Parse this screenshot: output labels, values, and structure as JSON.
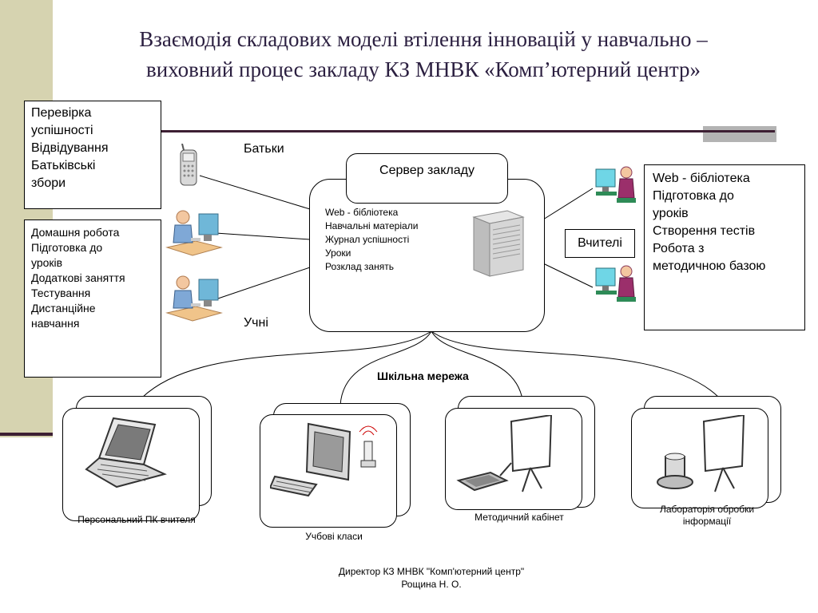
{
  "title": {
    "line1": "Взаємодія складових моделі втілення інновацій у навчально –",
    "line2": "виховний процес закладу КЗ МНВК «Комп’ютерний центр»"
  },
  "parents_box": [
    "Перевірка",
    "успішності",
    "Відвідування",
    "Батьківські",
    "збори"
  ],
  "students_box": [
    "Домашня робота",
    "Підготовка до",
    "уроків",
    "Додаткові заняття",
    "Тестування",
    "Дистанційне",
    "навчання"
  ],
  "teachers_box": [
    "Web - бібліотека",
    "Підготовка до",
    "уроків",
    "Створення тестів",
    "Робота з",
    "методичною базою"
  ],
  "labels": {
    "parents": "Батьки",
    "students": "Учні",
    "teachers": "Вчителі"
  },
  "server": {
    "title": "Сервер закладу",
    "items": [
      "Web - бібліотека",
      "Навчальні матеріали",
      "Журнал успішності",
      "Уроки",
      "Розклад занять"
    ]
  },
  "network_label": "Шкільна мережа",
  "nodes": [
    {
      "caption": "Персональний ПК вчителя",
      "icon": "laptop-icon"
    },
    {
      "caption": "Учбові класи",
      "icon": "desktop-computer-icon"
    },
    {
      "caption": "Методичний кабінет",
      "icon": "projector-screen-icon"
    },
    {
      "caption": "Лабораторія обробки інформації",
      "icon": "projector-screen-icon"
    }
  ],
  "footer": {
    "line1": "Директор КЗ МНВК \"Комп'ютерний центр\"",
    "line2": "Рощина Н. О."
  },
  "colors": {
    "title": "#2b1f40",
    "accent_bar": "#3d1f33",
    "side_strip": "#d6d3b0"
  }
}
